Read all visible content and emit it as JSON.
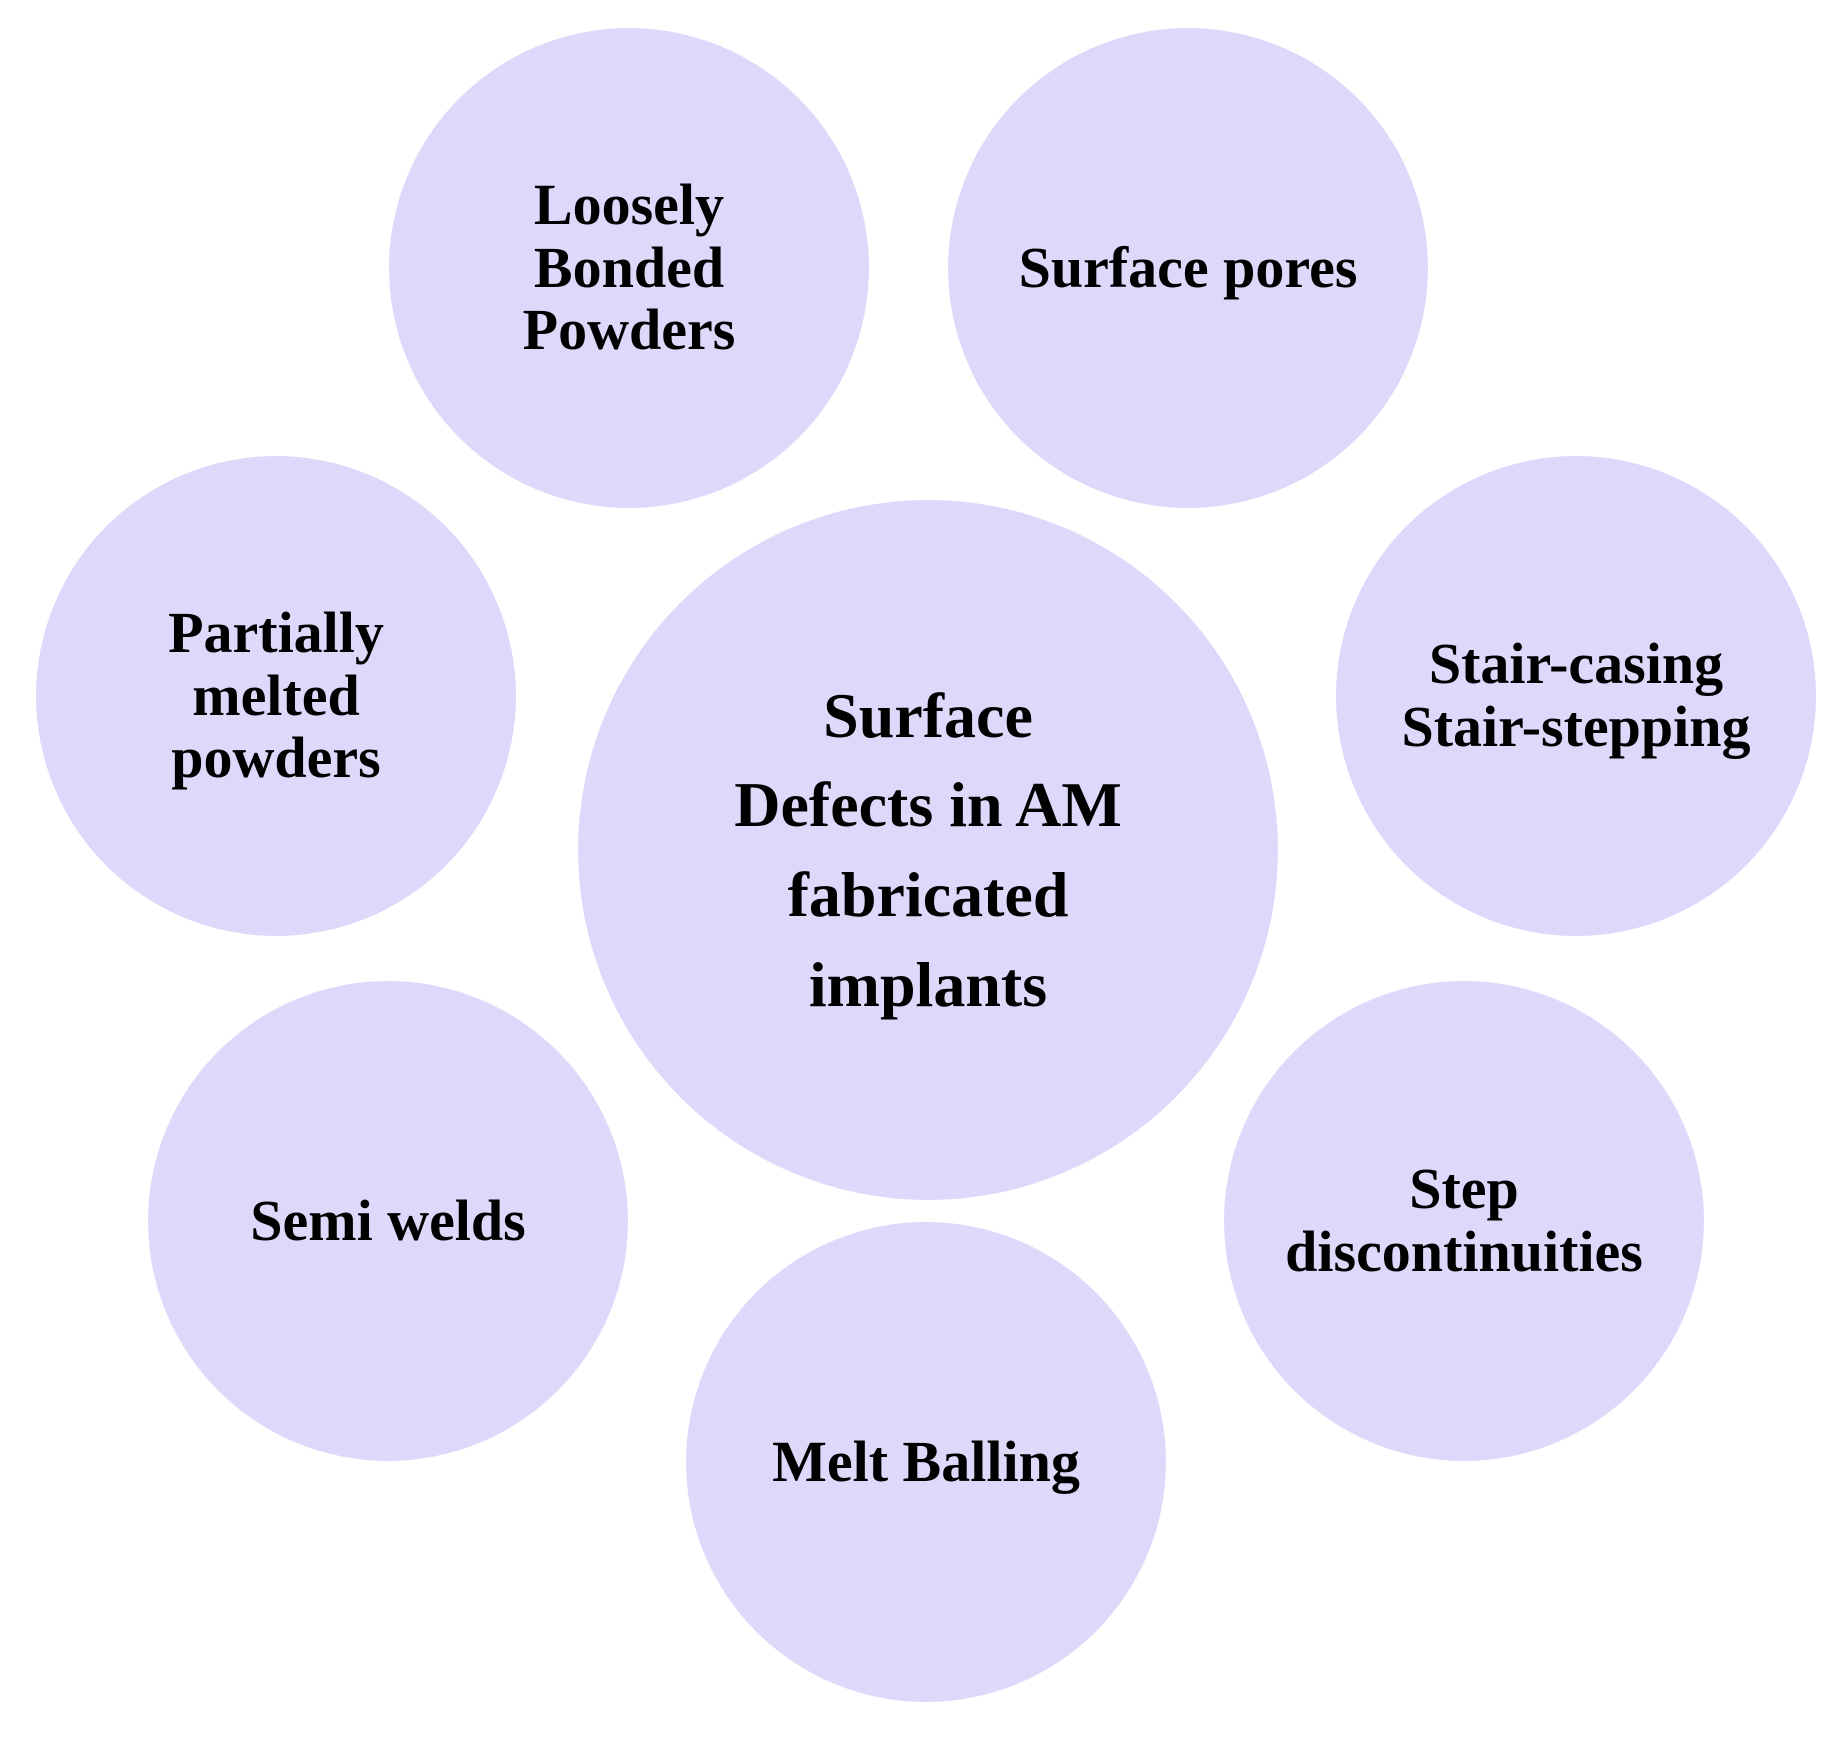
{
  "diagram": {
    "fill_color": "#dcd9fa",
    "text_color": "#000000",
    "center": {
      "label": "Surface\nDefects in AM\nfabricated\nimplants"
    },
    "defects": [
      {
        "key": "loose",
        "label": "Loosely\nBonded\nPowders"
      },
      {
        "key": "pores",
        "label": "Surface pores"
      },
      {
        "key": "partial",
        "label": "Partially\nmelted\npowders"
      },
      {
        "key": "stair",
        "label": "Stair-casing\nStair-stepping"
      },
      {
        "key": "semi",
        "label": "Semi welds"
      },
      {
        "key": "step",
        "label": "Step\ndiscontinuities"
      },
      {
        "key": "melt",
        "label": "Melt Balling"
      }
    ]
  }
}
